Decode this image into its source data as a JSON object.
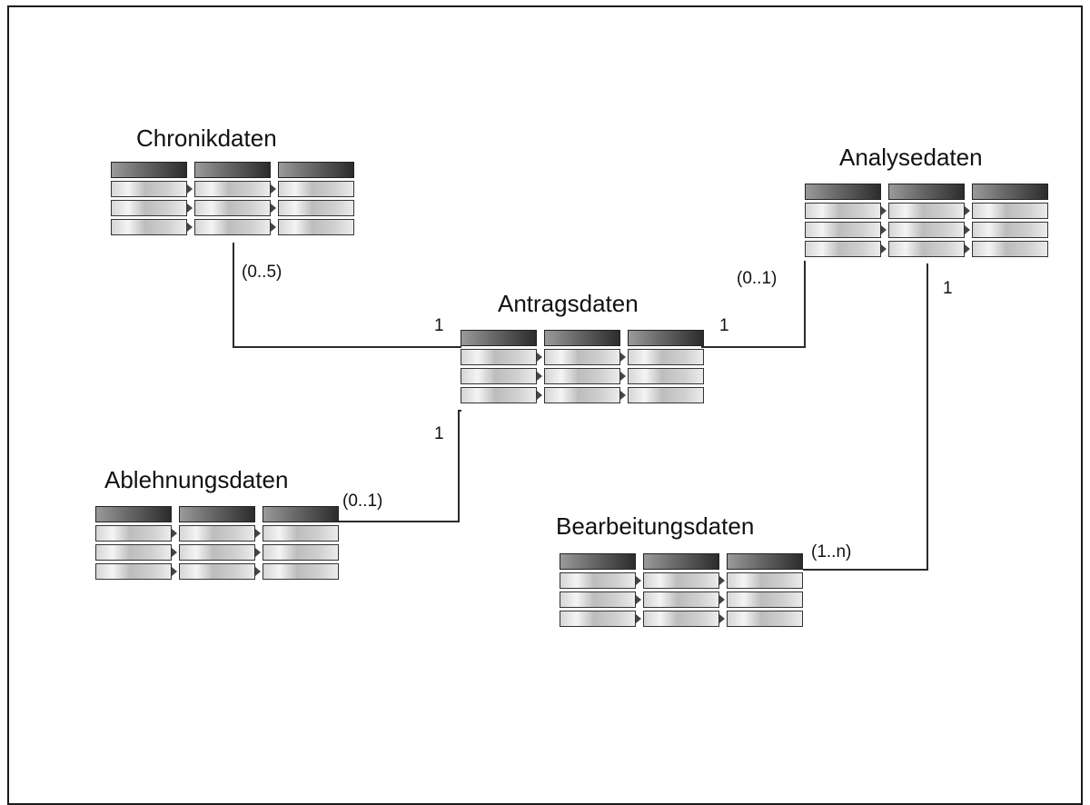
{
  "entities": {
    "chronikdaten": {
      "title": "Chronikdaten"
    },
    "analysedaten": {
      "title": "Analysedaten"
    },
    "antragsdaten": {
      "title": "Antragsdaten"
    },
    "ablehnungsdaten": {
      "title": "Ablehnungsdaten"
    },
    "bearbeitungsdaten": {
      "title": "Bearbeitungsdaten"
    }
  },
  "relations": {
    "chronik_antrag": {
      "from_label": "(0..5)",
      "to_label": "1"
    },
    "antrag_analyse": {
      "from_label": "1",
      "to_label": "(0..1)"
    },
    "antrag_ablehnung": {
      "from_label": "1",
      "to_label": "(0..1)"
    },
    "analyse_bearbeitung": {
      "from_label": "1",
      "to_label": "(1..n)"
    }
  },
  "colors": {
    "line": "#2a2a2a",
    "header_dark": "#2c2c2c",
    "cell_light": "#f4f4f4"
  }
}
